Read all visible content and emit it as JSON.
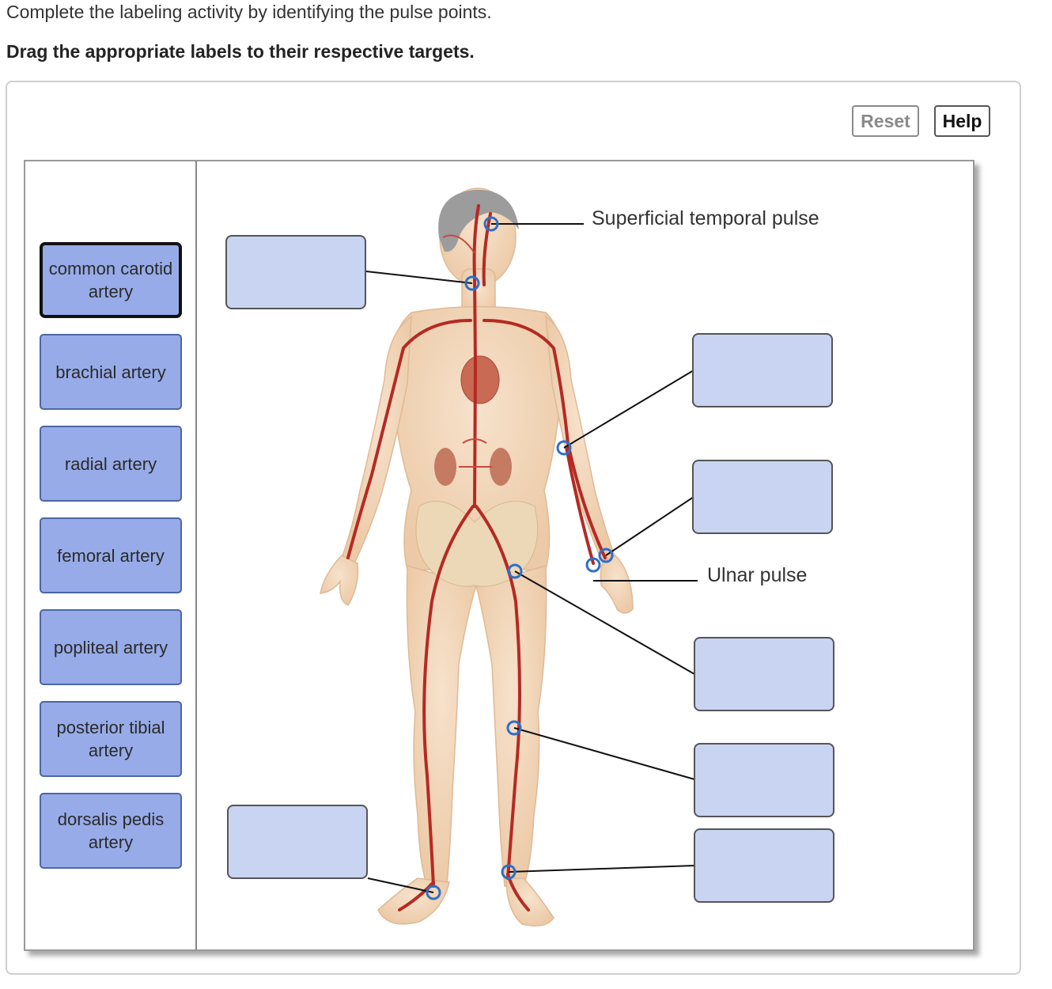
{
  "instructions": {
    "line1": "Complete the labeling activity by identifying the pulse points.",
    "line2": "Drag the appropriate labels to their respective targets."
  },
  "toolbar": {
    "reset_label": "Reset",
    "help_label": "Help"
  },
  "label_bank": [
    "common carotid artery",
    "brachial artery",
    "radial artery",
    "femoral artery",
    "popliteal artery",
    "posterior tibial artery",
    "dorsalis pedis artery"
  ],
  "fixed_labels": {
    "temporal": "Superficial temporal pulse",
    "ulnar": "Ulnar pulse"
  },
  "colors": {
    "label_fill": "#97abe8",
    "target_fill": "#c9d4f2",
    "marker": "#2f6fc7",
    "artery": "#b42a24"
  },
  "icons": [
    "pulse-point-marker-icon"
  ]
}
